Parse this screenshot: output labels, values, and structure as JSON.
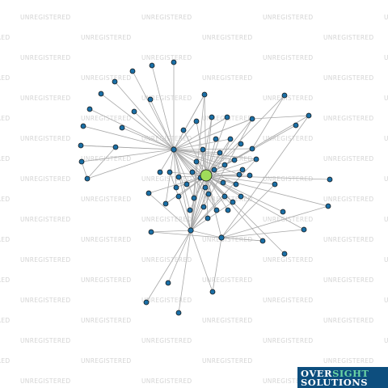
{
  "watermark_text": "UNREGISTERED",
  "logo": {
    "word1": "OVER",
    "word2": "SIGHT",
    "word3": "SOLUTIONS"
  },
  "colors": {
    "node_fill": "#1a6fa6",
    "focus_fill": "#9fdc5a",
    "edge": "#a8a8a8",
    "logo_bg": "#0d4e7e",
    "logo_accent": "#6ad4a4"
  }
}
